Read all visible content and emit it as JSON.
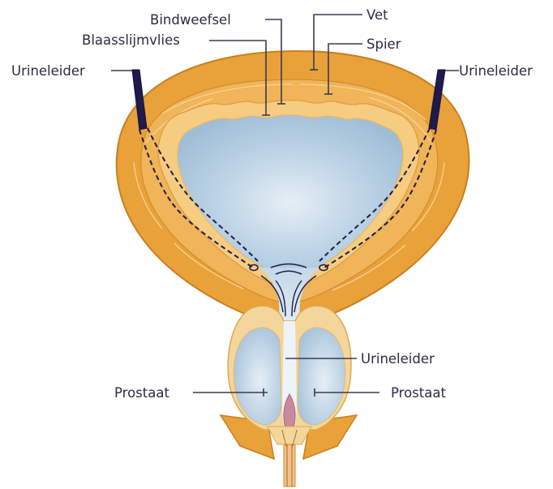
{
  "labels": {
    "bindweefsel": "Bindweefsel",
    "blaasslijmvlies": "Blaasslijmvlies",
    "vet": "Vet",
    "spier": "Spier",
    "urineleider_left": "Urineleider",
    "urineleider_right": "Urineleider",
    "urineleider_center": "Urineleider",
    "prostaat_left": "Prostaat",
    "prostaat_right": "Prostaat"
  },
  "colors": {
    "fat_outer": "#E9A13A",
    "fat_edge": "#C97F1E",
    "muscle_band": "#F1B75C",
    "connective_tissue": "#F6CE85",
    "lumen": "#A9C6DC",
    "lumen_light": "#E9F1F7",
    "ureter": "#1E1B4B",
    "prostate": "#B9D1E3",
    "prostate_edge": "#F3D69B",
    "urethra_pink": "#C98A9B",
    "label_text": "#2B2B45"
  }
}
